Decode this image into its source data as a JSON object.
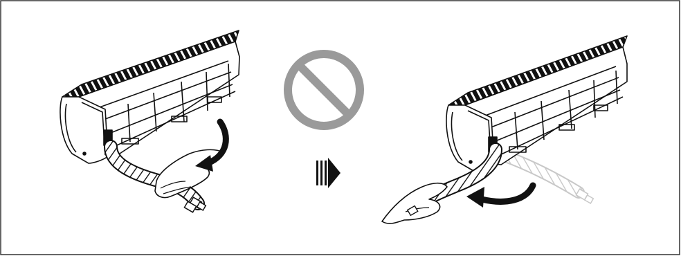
{
  "figure": {
    "panels": [
      {
        "id": "left",
        "depicts": "indoor-unit-with-pipe-bent-backward"
      },
      {
        "id": "right",
        "depicts": "indoor-unit-with-pipe-pulled-forward"
      }
    ],
    "prohibited_symbol": "no-icon",
    "transition_arrow": "next-arrow-icon",
    "colors": {
      "line": "#111111",
      "prohibited": "#9a9a9a",
      "faded": "#c8c8c8",
      "frame": "#333333"
    }
  }
}
